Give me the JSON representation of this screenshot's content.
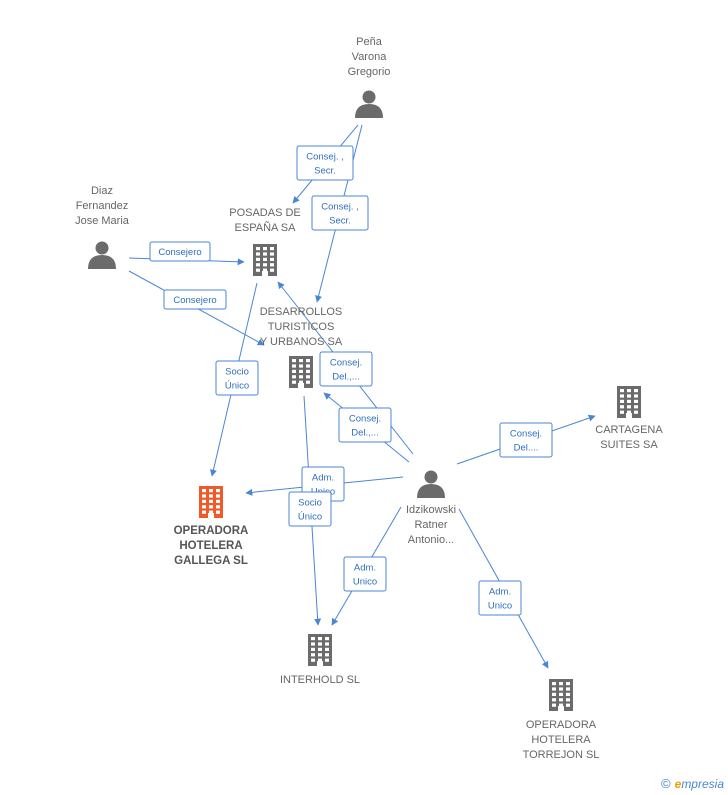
{
  "colors": {
    "edge": "#4a86d4",
    "building": "#6b6b6b",
    "person": "#6b6b6b",
    "highlight": "#f05a28"
  },
  "nodes": [
    {
      "id": "pena",
      "type": "person",
      "lines": [
        "Peña",
        "Varona",
        "Gregorio"
      ]
    },
    {
      "id": "diaz",
      "type": "person",
      "lines": [
        "Diaz",
        "Fernandez",
        "Jose Maria"
      ]
    },
    {
      "id": "posadas",
      "type": "company",
      "lines": [
        "POSADAS DE",
        "ESPAÑA SA"
      ]
    },
    {
      "id": "desarrollos",
      "type": "company",
      "lines": [
        "DESARROLLOS",
        "TURISTICOS",
        "Y URBANOS SA"
      ]
    },
    {
      "id": "cartagena",
      "type": "company",
      "lines": [
        "CARTAGENA",
        "SUITES SA"
      ]
    },
    {
      "id": "idzikowski",
      "type": "person",
      "lines": [
        "Idzikowski",
        "Ratner",
        "Antonio..."
      ]
    },
    {
      "id": "operadora_gallega",
      "type": "company-highlight",
      "lines": [
        "OPERADORA",
        "HOTELERA",
        "GALLEGA SL"
      ]
    },
    {
      "id": "interhold",
      "type": "company",
      "lines": [
        "INTERHOLD SL"
      ]
    },
    {
      "id": "operadora_torrejon",
      "type": "company",
      "lines": [
        "OPERADORA",
        "HOTELERA",
        "TORREJON SL"
      ]
    }
  ],
  "edges": [
    {
      "from": "pena",
      "to": "posadas",
      "lines": [
        "Consej. ,",
        "Secr."
      ]
    },
    {
      "from": "pena",
      "to": "desarrollos",
      "lines": [
        "Consej. ,",
        "Secr."
      ]
    },
    {
      "from": "diaz",
      "to": "posadas",
      "lines": [
        "Consejero"
      ]
    },
    {
      "from": "diaz",
      "to": "desarrollos",
      "lines": [
        "Consejero"
      ]
    },
    {
      "from": "posadas",
      "to": "operadora_gallega",
      "lines": [
        "Socio",
        "Único"
      ]
    },
    {
      "from": "idzikowski",
      "to": "posadas",
      "lines": [
        "Consej.",
        "Del.,..."
      ]
    },
    {
      "from": "idzikowski",
      "to": "desarrollos",
      "lines": [
        "Consej.",
        "Del.,..."
      ]
    },
    {
      "from": "idzikowski",
      "to": "cartagena",
      "lines": [
        "Consej.",
        "Del...."
      ]
    },
    {
      "from": "idzikowski",
      "to": "operadora_gallega",
      "lines": [
        "Adm.",
        "Unico"
      ]
    },
    {
      "from": "desarrollos",
      "to": "interhold",
      "lines": [
        "Socio",
        "Único"
      ]
    },
    {
      "from": "idzikowski",
      "to": "interhold",
      "lines": [
        "Adm.",
        "Unico"
      ]
    },
    {
      "from": "idzikowski",
      "to": "operadora_torrejon",
      "lines": [
        "Adm.",
        "Unico"
      ]
    }
  ],
  "footer": {
    "copyright": "©",
    "brand_initial": "e",
    "brand_rest": "mpresia"
  }
}
